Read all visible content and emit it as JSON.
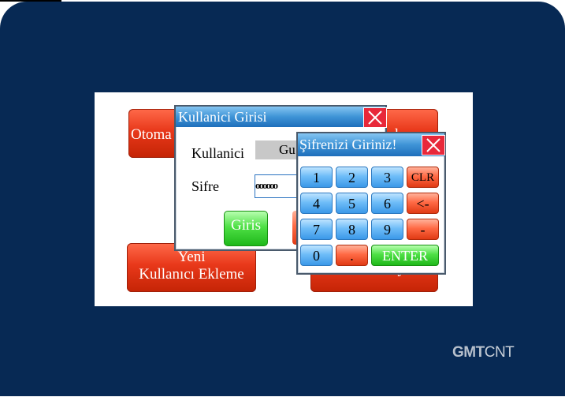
{
  "background_buttons": {
    "top_left_label": "Otoma",
    "top_right_label": "l",
    "bottom_left_line1": "Yeni",
    "bottom_left_line2": "Kullanıcı Ekleme",
    "bottom_right_label": "y"
  },
  "login_dialog": {
    "title": "Kullanici Girisi",
    "user_label": "Kullanici",
    "user_value": "Gu",
    "password_label": "Sifre",
    "password_mask": "oooooo",
    "login_button": "Giris"
  },
  "keypad_dialog": {
    "title": "Şifrenizi Giriniz!",
    "keys": {
      "k1": "1",
      "k2": "2",
      "k3": "3",
      "clr": "CLR",
      "k4": "4",
      "k5": "5",
      "k6": "6",
      "backspace": "<-",
      "k7": "7",
      "k8": "8",
      "k9": "9",
      "minus": "-",
      "k0": "0",
      "dot": ".",
      "enter": "ENTER"
    }
  },
  "brand": {
    "bold": "GMT",
    "light": "CNT"
  },
  "colors": {
    "frame": "#072954",
    "close": "#e8283a",
    "titlebar": "#3e93d6",
    "login_green": "#1fb81a"
  }
}
